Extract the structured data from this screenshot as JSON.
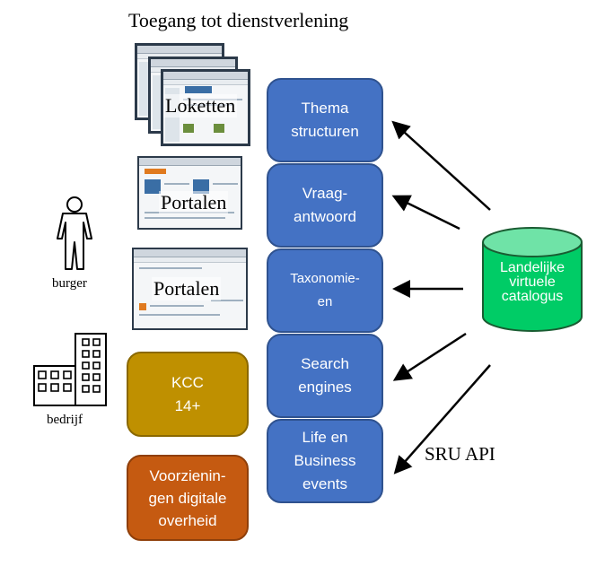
{
  "title": "Toegang tot dienstverlening",
  "channels": {
    "loketten": "Loketten",
    "portalen_1": "Portalen",
    "portalen_2": "Portalen"
  },
  "actors": {
    "burger": "burger",
    "bedrijf": "bedrijf"
  },
  "services": {
    "kcc": [
      "KCC",
      "14+"
    ],
    "voorzieningen": [
      "Voorzienin-",
      "gen digitale",
      "overheid"
    ]
  },
  "access_methods": [
    [
      "Thema",
      "structuren"
    ],
    [
      "Vraag-",
      "antwoord"
    ],
    [
      "Taxonomie-",
      "en"
    ],
    [
      "Search",
      "engines"
    ],
    [
      "Life en",
      "Business",
      "events"
    ]
  ],
  "catalog": [
    "Landelijke",
    "virtuele",
    "catalogus"
  ],
  "api_label": "SRU API",
  "colors": {
    "blue": "#4472c4",
    "gold": "#bf9000",
    "orange": "#c55a11",
    "green": "#00cc66"
  }
}
